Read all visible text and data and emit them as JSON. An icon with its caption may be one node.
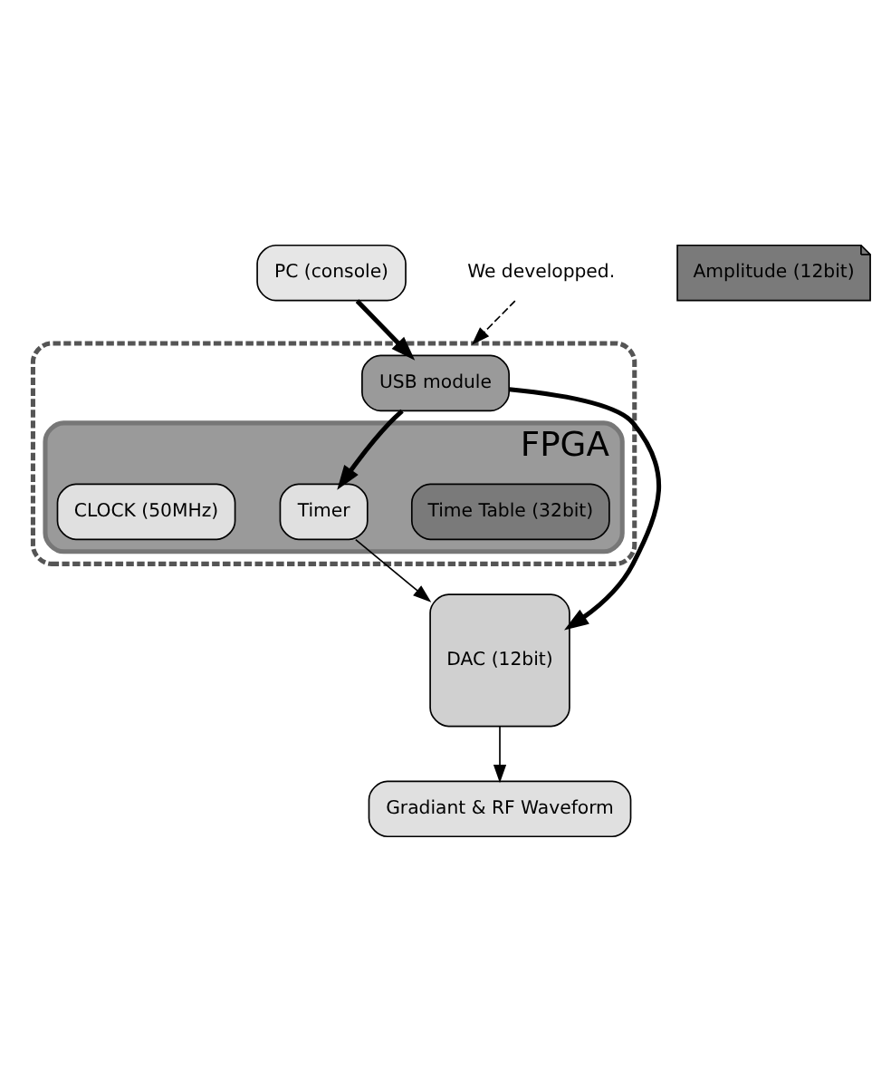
{
  "diagram": {
    "nodes": [
      {
        "text": [
          "PC (console)"
        ]
      },
      {
        "text": [
          "We developped."
        ]
      },
      {
        "text": [],
        "shape": "box"
      },
      {
        "text": [
          "USB module"
        ],
        "in": 2
      },
      {
        "text": [
          "FPGA"
        ],
        "in": 2
      },
      {
        "text": [
          "Amplitude (12bit)"
        ]
      },
      {
        "text": [
          "Time Table (32bit)"
        ],
        "in": 4
      },
      {
        "text": [
          "Timer"
        ],
        "in": 4
      },
      {
        "text": [
          "CLOCK (50MHz)"
        ],
        "in": 4
      },
      {
        "text": [
          "DAC (12bit)"
        ]
      },
      {
        "text": [
          "Gradiant & RF Waveform"
        ]
      }
    ],
    "edges": [
      {
        "from": 0,
        "to": 3,
        "arrow": "to",
        "style": "thick"
      },
      {
        "from": 1,
        "to": 2,
        "arrow": "to",
        "style": "dashed"
      },
      {
        "from": 3,
        "to": 9,
        "arrow": "to",
        "style": "thick"
      },
      {
        "from": 3,
        "to": 7,
        "arrow": "to",
        "style": "thick"
      },
      {
        "from": 7,
        "to": 9,
        "arrow": "to"
      },
      {
        "from": 9,
        "to": 10,
        "arrow": "to"
      }
    ]
  }
}
